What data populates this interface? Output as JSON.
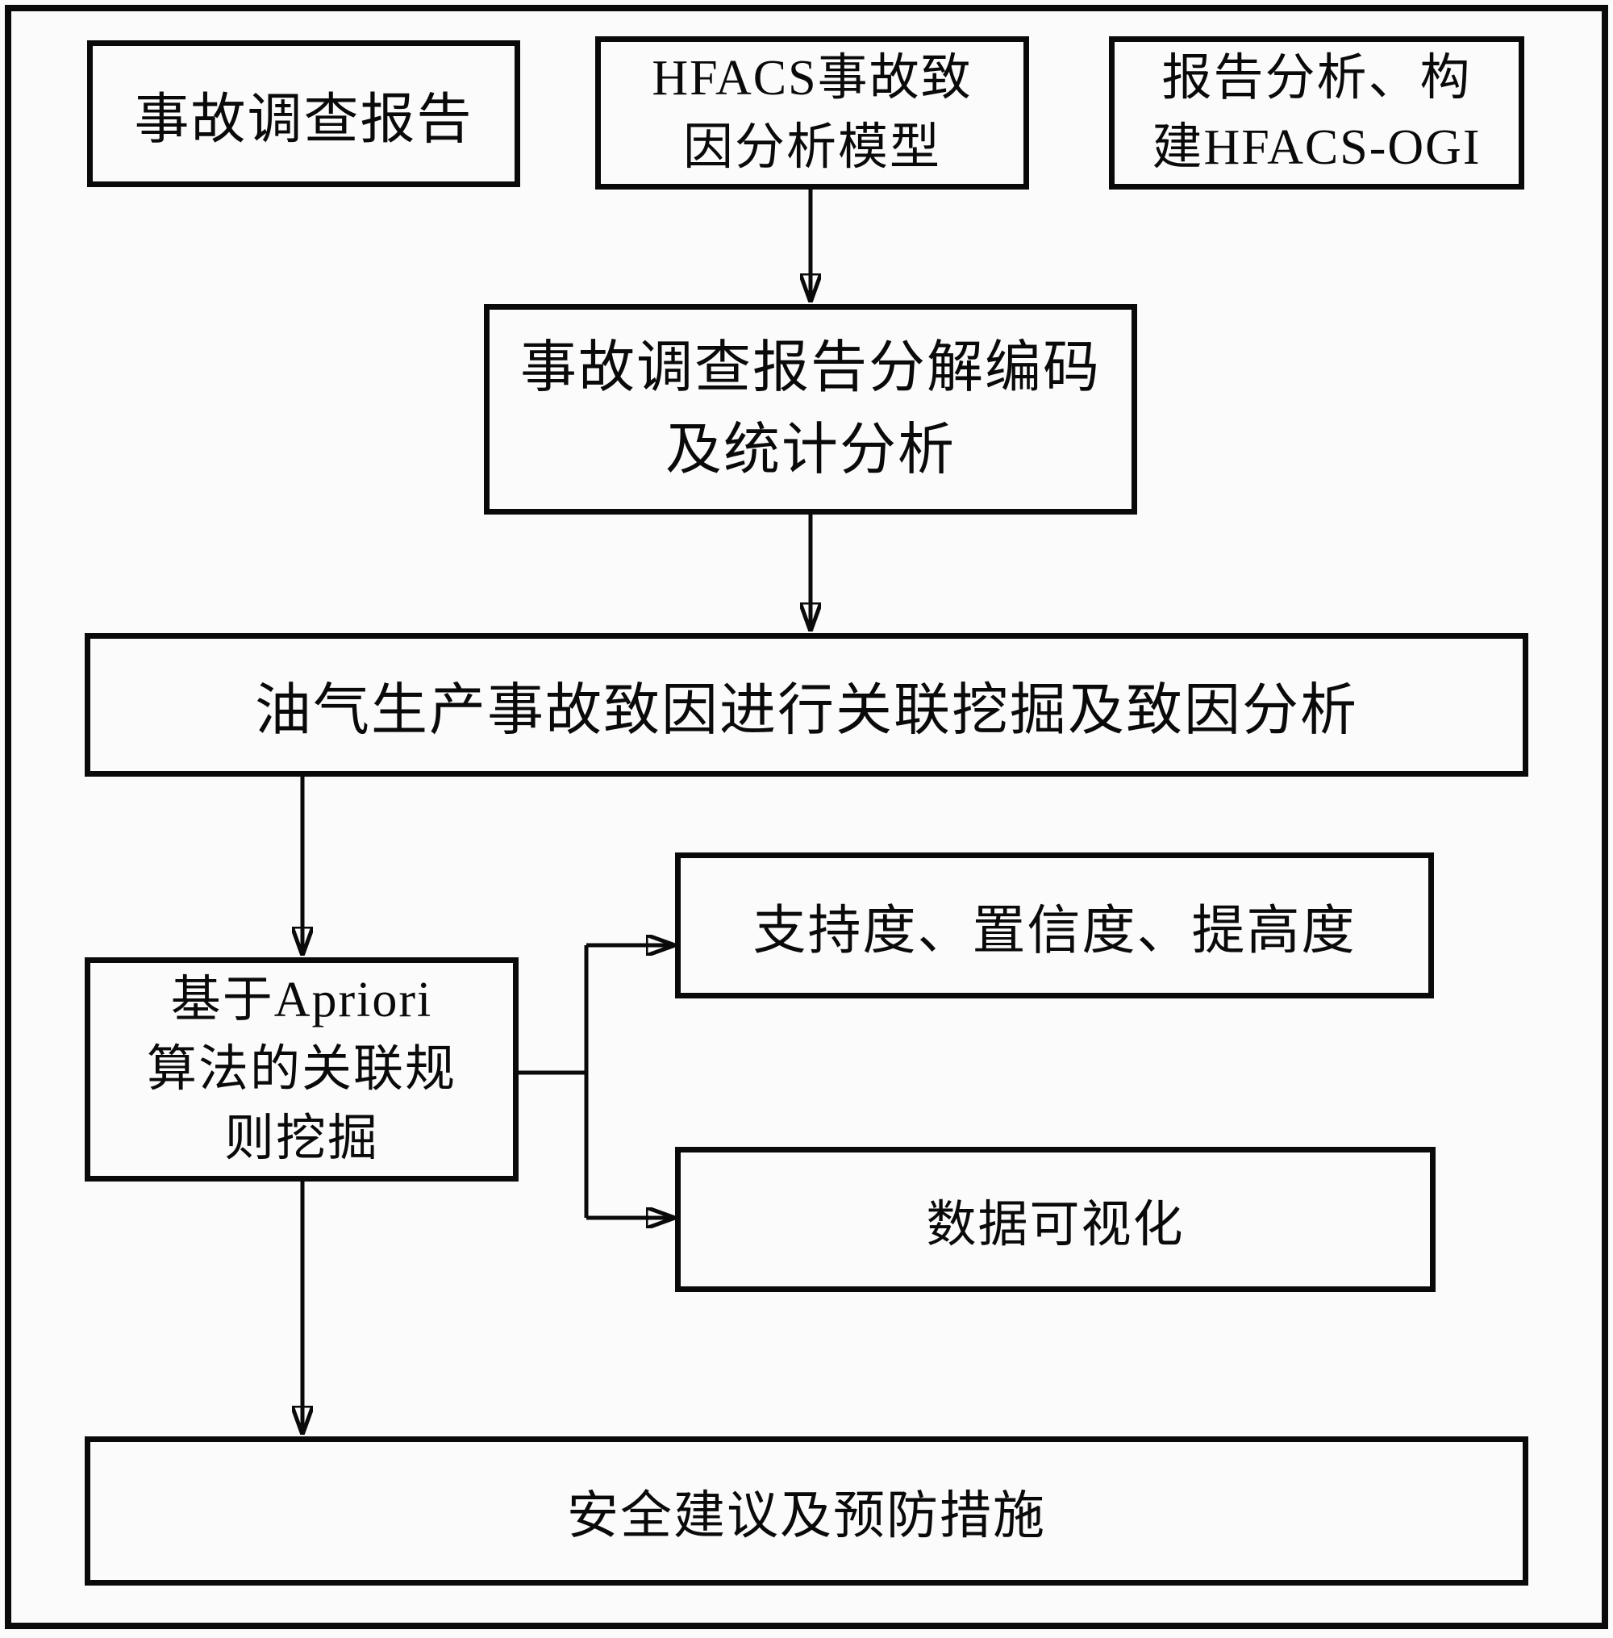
{
  "figure": {
    "type": "flowchart",
    "background_color": "#fbfbfb",
    "line_color": "#0a0a0a",
    "text_color": "#0a0a0a",
    "nodes": [
      {
        "id": "accident-report",
        "lines": [
          "事故调查报告"
        ]
      },
      {
        "id": "hfacs-model",
        "lines": [
          "HFACS事故致",
          "因分析模型"
        ]
      },
      {
        "id": "report-analysis-build",
        "lines": [
          "报告分析、构",
          "建HFACS-OGI"
        ]
      },
      {
        "id": "decompose-coding",
        "lines": [
          "事故调查报告分解编码",
          "及统计分析"
        ]
      },
      {
        "id": "association-mining",
        "lines": [
          "油气生产事故致因进行关联挖掘及致因分析"
        ]
      },
      {
        "id": "apriori-rule-mining",
        "lines": [
          "基于Apriori",
          "算法的关联规",
          "则挖掘"
        ]
      },
      {
        "id": "metrics",
        "lines": [
          "支持度、置信度、提高度"
        ]
      },
      {
        "id": "data-visualization",
        "lines": [
          "数据可视化"
        ]
      },
      {
        "id": "safety-recommendations",
        "lines": [
          "安全建议及预防措施"
        ]
      }
    ],
    "edges": [
      {
        "from": "hfacs-model",
        "to": "decompose-coding",
        "arrow": true
      },
      {
        "from": "decompose-coding",
        "to": "association-mining",
        "arrow": true
      },
      {
        "from": "association-mining",
        "to": "apriori-rule-mining",
        "arrow": true
      },
      {
        "from": "apriori-rule-mining",
        "to": "metrics",
        "arrow": true
      },
      {
        "from": "apriori-rule-mining",
        "to": "data-visualization",
        "arrow": true
      },
      {
        "from": "apriori-rule-mining",
        "to": "safety-recommendations",
        "arrow": true
      }
    ]
  }
}
